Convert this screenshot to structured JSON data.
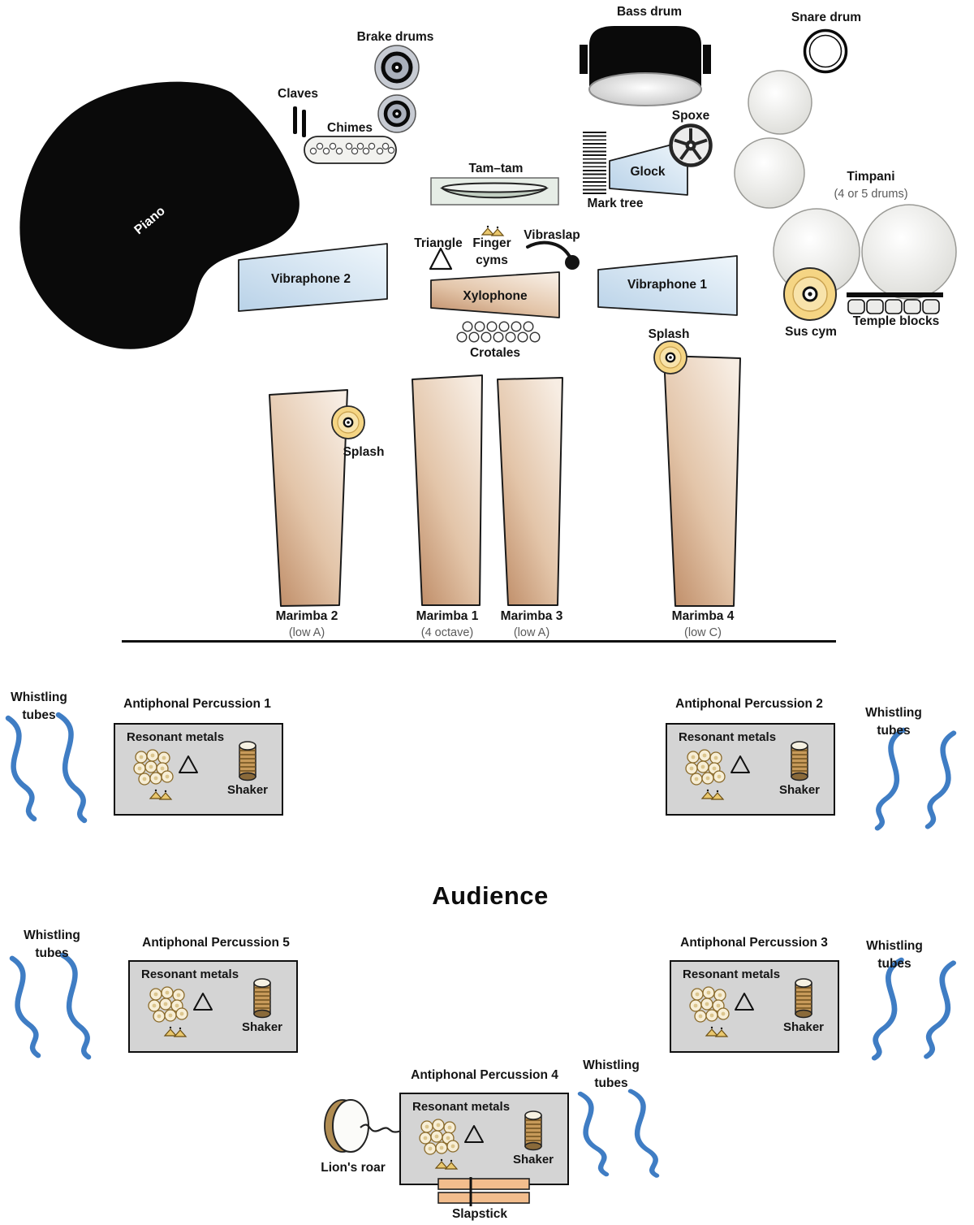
{
  "stage": {
    "piano": "Piano",
    "claves": "Claves",
    "brake_drums": "Brake drums",
    "chimes": "Chimes",
    "tam_tam": "Tam–tam",
    "mark_tree": "Mark tree",
    "glock": "Glock",
    "spoxe": "Spoxe",
    "bass_drum": "Bass drum",
    "snare_drum": "Snare drum",
    "timpani": "Timpani",
    "timpani_sub": "(4 or 5 drums)",
    "triangle": "Triangle",
    "finger_cyms_line1": "Finger",
    "finger_cyms_line2": "cyms",
    "vibraslap": "Vibraslap",
    "vibraphone_2": "Vibraphone 2",
    "xylophone": "Xylophone",
    "vibraphone_1": "Vibraphone 1",
    "crotales": "Crotales",
    "sus_cym": "Sus cym",
    "temple_blocks": "Temple blocks",
    "splash": "Splash"
  },
  "marimbas": [
    {
      "name": "Marimba 2",
      "sub": "(low A)"
    },
    {
      "name": "Marimba 1",
      "sub": "(4 octave)"
    },
    {
      "name": "Marimba 3",
      "sub": "(low A)"
    },
    {
      "name": "Marimba 4",
      "sub": "(low C)"
    }
  ],
  "audience": "Audience",
  "whistling": {
    "line1": "Whistling",
    "line2": "tubes"
  },
  "antiphonal": {
    "p1": "Antiphonal Percussion 1",
    "p2": "Antiphonal Percussion 2",
    "p3": "Antiphonal Percussion 3",
    "p4": "Antiphonal Percussion 4",
    "p5": "Antiphonal Percussion 5",
    "resonant_metals": "Resonant metals",
    "shaker": "Shaker"
  },
  "lions_roar": "Lion's roar",
  "slapstick": "Slapstick",
  "colors": {
    "vibraphone_blue": "#cfe1f0",
    "wood_tan": "#c2906b",
    "cymbal_gold": "#f5d584",
    "tube_blue": "#3f7dc4",
    "box_gray": "#d4d4d4"
  }
}
